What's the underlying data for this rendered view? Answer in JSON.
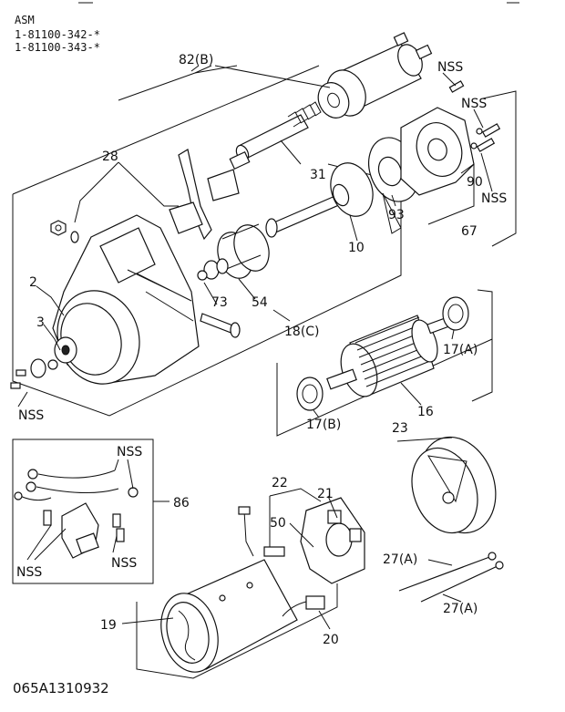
{
  "header": {
    "title": "ASM",
    "part_numbers": [
      "1-81100-342-*",
      "1-81100-343-*"
    ]
  },
  "callouts": {
    "c82": "82(B)",
    "c28": "28",
    "c31": "31",
    "c10": "10",
    "c93": "93",
    "c90": "90",
    "c67": "67",
    "c2": "2",
    "c3": "3",
    "c73": "73",
    "c54": "54",
    "c18": "18(C)",
    "c17a": "17(A)",
    "c17b": "17(B)",
    "c16": "16",
    "c23": "23",
    "c86": "86",
    "c22": "22",
    "c21": "21",
    "c50": "50",
    "c27a_top": "27(A)",
    "c27a_bot": "27(A)",
    "c19": "19",
    "c20": "20"
  },
  "nss_labels": {
    "n1": "NSS",
    "n2": "NSS",
    "n3": "NSS",
    "n4": "NSS",
    "n5": "NSS",
    "n6": "NSS",
    "n7": "NSS"
  },
  "footer": {
    "code": "065A1310932"
  }
}
